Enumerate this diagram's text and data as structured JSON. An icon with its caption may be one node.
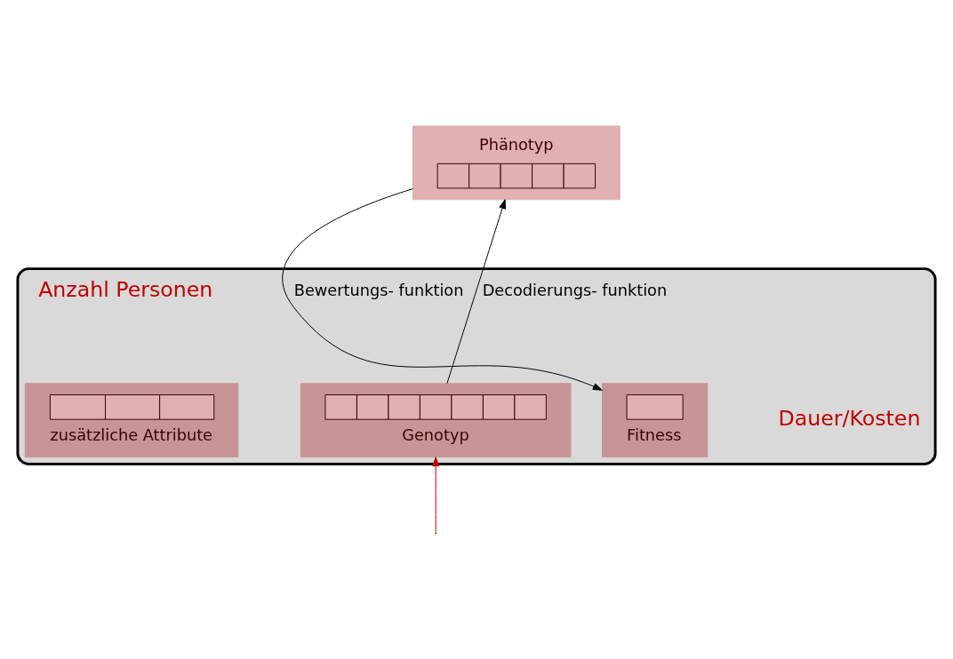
{
  "diagram": {
    "nodes": [
      {
        "text": [
          "Phänotyp"
        ]
      },
      {
        "text": [],
        "shape": "box"
      },
      {
        "text": [
          "Genotyp"
        ],
        "in": 1
      },
      {
        "text": [
          "zusätzliche Attribute"
        ],
        "in": 1
      },
      {
        "text": [
          "Fitness"
        ],
        "in": 1
      }
    ],
    "edges": [
      {
        "from": 2,
        "to": 0,
        "arrow": "to",
        "label": "Decodierungs- funktion"
      },
      {
        "from": 0,
        "to": 4,
        "arrow": "to",
        "label": "Bewertungs- funktion"
      },
      {
        "from": null,
        "to": 2,
        "arrow": "to",
        "color": "#c00000"
      }
    ],
    "labels": [
      "Anzahl Personen",
      "Dauer/Kosten"
    ]
  }
}
